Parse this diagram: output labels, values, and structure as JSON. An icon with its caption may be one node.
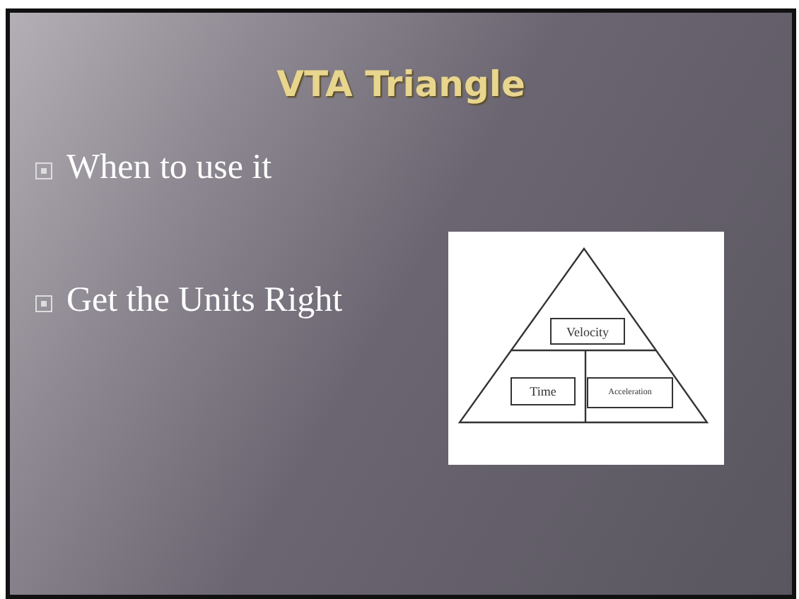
{
  "diagram": {
    "title": "VTA Triangle",
    "nodes": [
      {
        "text": [
          "Velocity"
        ]
      },
      {
        "text": [
          "Time"
        ]
      },
      {
        "text": [
          "Acceleration"
        ]
      }
    ],
    "labels": [
      "When to use it",
      "Get the Units Right"
    ]
  }
}
